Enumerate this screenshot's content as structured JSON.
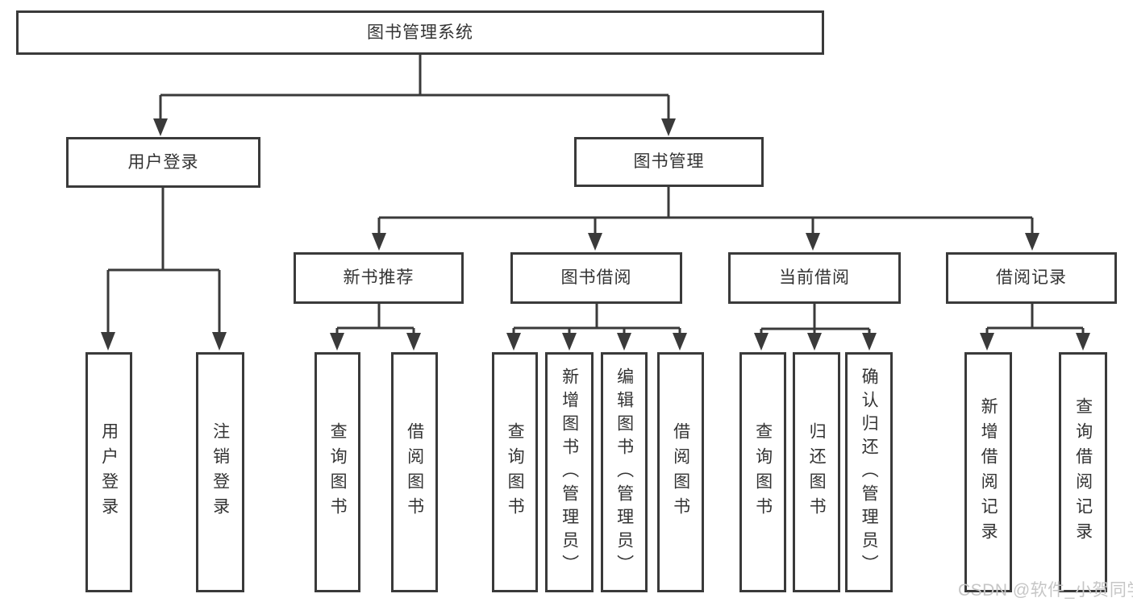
{
  "diagram": {
    "type": "tree",
    "root": {
      "label": "图书管理系统",
      "children": [
        {
          "label": "用户登录",
          "children": [
            {
              "label": "用户登录"
            },
            {
              "label": "注销登录"
            }
          ]
        },
        {
          "label": "图书管理",
          "children": [
            {
              "label": "新书推荐",
              "children": [
                {
                  "label": "查询图书"
                },
                {
                  "label": "借阅图书"
                }
              ]
            },
            {
              "label": "图书借阅",
              "children": [
                {
                  "label": "查询图书"
                },
                {
                  "label": "新增图书（管理员）"
                },
                {
                  "label": "编辑图书（管理员）"
                },
                {
                  "label": "借阅图书"
                }
              ]
            },
            {
              "label": "当前借阅",
              "children": [
                {
                  "label": "查询图书"
                },
                {
                  "label": "归还图书"
                },
                {
                  "label": "确认归还（管理员）"
                }
              ]
            },
            {
              "label": "借阅记录",
              "children": [
                {
                  "label": "新增借阅记录"
                },
                {
                  "label": "查询借阅记录"
                }
              ]
            }
          ]
        }
      ]
    },
    "colors": {
      "line": "#3a3a3a",
      "text": "#333333",
      "background": "#ffffff",
      "watermark": "#c6c6c6"
    }
  },
  "watermark": {
    "text": "CSDN @软件_小贺同学"
  }
}
